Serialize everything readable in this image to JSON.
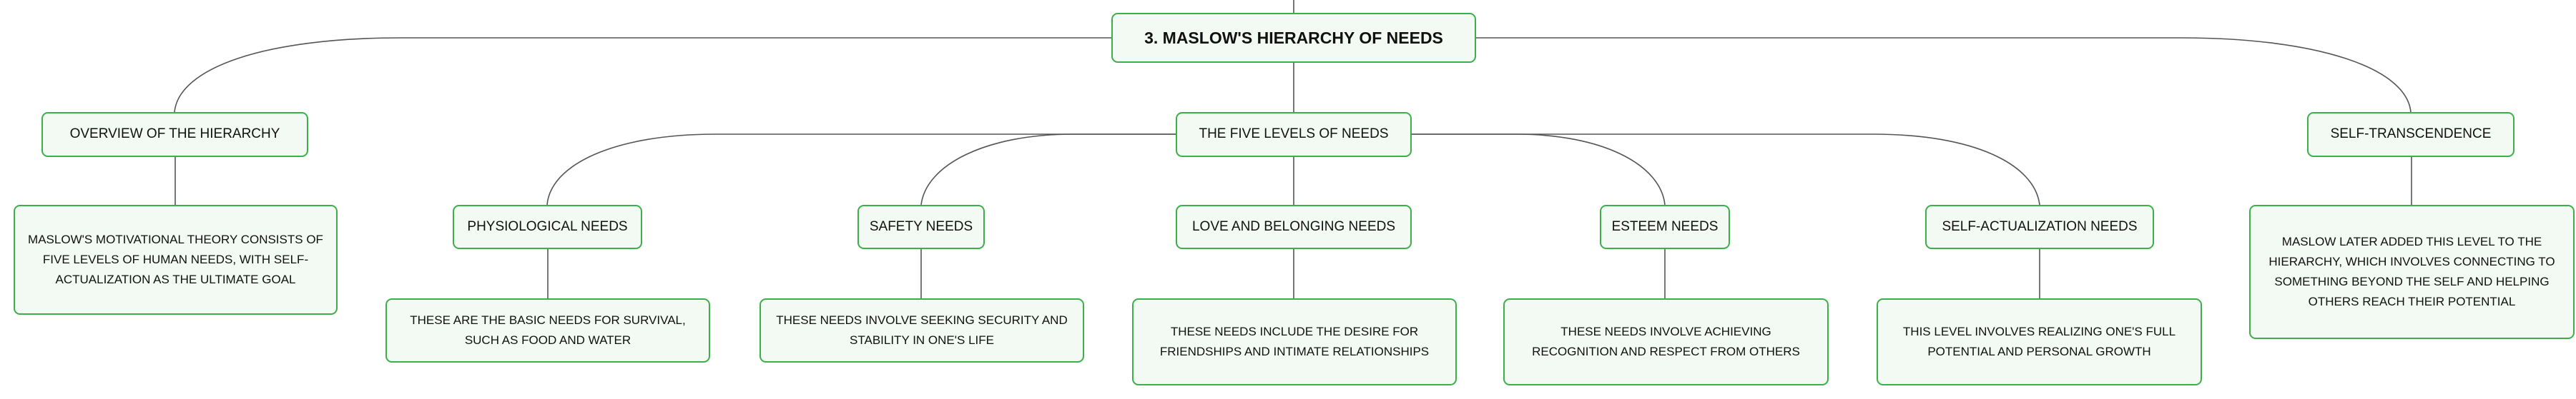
{
  "colors": {
    "node_border": "#3cae4a",
    "node_fill": "#f3faf3",
    "connector": "#555555",
    "text": "#111111"
  },
  "root": {
    "label": "3. MASLOW'S HIERARCHY OF NEEDS"
  },
  "branches": {
    "overview": {
      "label": "OVERVIEW OF THE HIERARCHY",
      "detail": "MASLOW'S MOTIVATIONAL THEORY CONSISTS OF FIVE LEVELS OF HUMAN NEEDS, WITH SELF-ACTUALIZATION AS THE ULTIMATE GOAL"
    },
    "five_levels": {
      "label": "THE FIVE LEVELS OF NEEDS",
      "levels": {
        "physiological": {
          "label": "PHYSIOLOGICAL NEEDS",
          "detail": "THESE ARE THE BASIC NEEDS FOR SURVIVAL, SUCH AS FOOD AND WATER"
        },
        "safety": {
          "label": "SAFETY NEEDS",
          "detail": "THESE NEEDS INVOLVE SEEKING SECURITY AND STABILITY IN ONE'S LIFE"
        },
        "love": {
          "label": "LOVE AND BELONGING NEEDS",
          "detail": "THESE NEEDS INCLUDE THE DESIRE FOR FRIENDSHIPS AND INTIMATE RELATIONSHIPS"
        },
        "esteem": {
          "label": "ESTEEM NEEDS",
          "detail": "THESE NEEDS INVOLVE ACHIEVING RECOGNITION AND RESPECT FROM OTHERS"
        },
        "self_actualization": {
          "label": "SELF-ACTUALIZATION NEEDS",
          "detail": "THIS LEVEL INVOLVES REALIZING ONE'S FULL POTENTIAL AND PERSONAL GROWTH"
        }
      }
    },
    "self_transcendence": {
      "label": "SELF-TRANSCENDENCE",
      "detail": "MASLOW LATER ADDED THIS LEVEL TO THE HIERARCHY, WHICH INVOLVES CONNECTING TO SOMETHING BEYOND THE SELF AND HELPING OTHERS REACH THEIR POTENTIAL"
    }
  }
}
